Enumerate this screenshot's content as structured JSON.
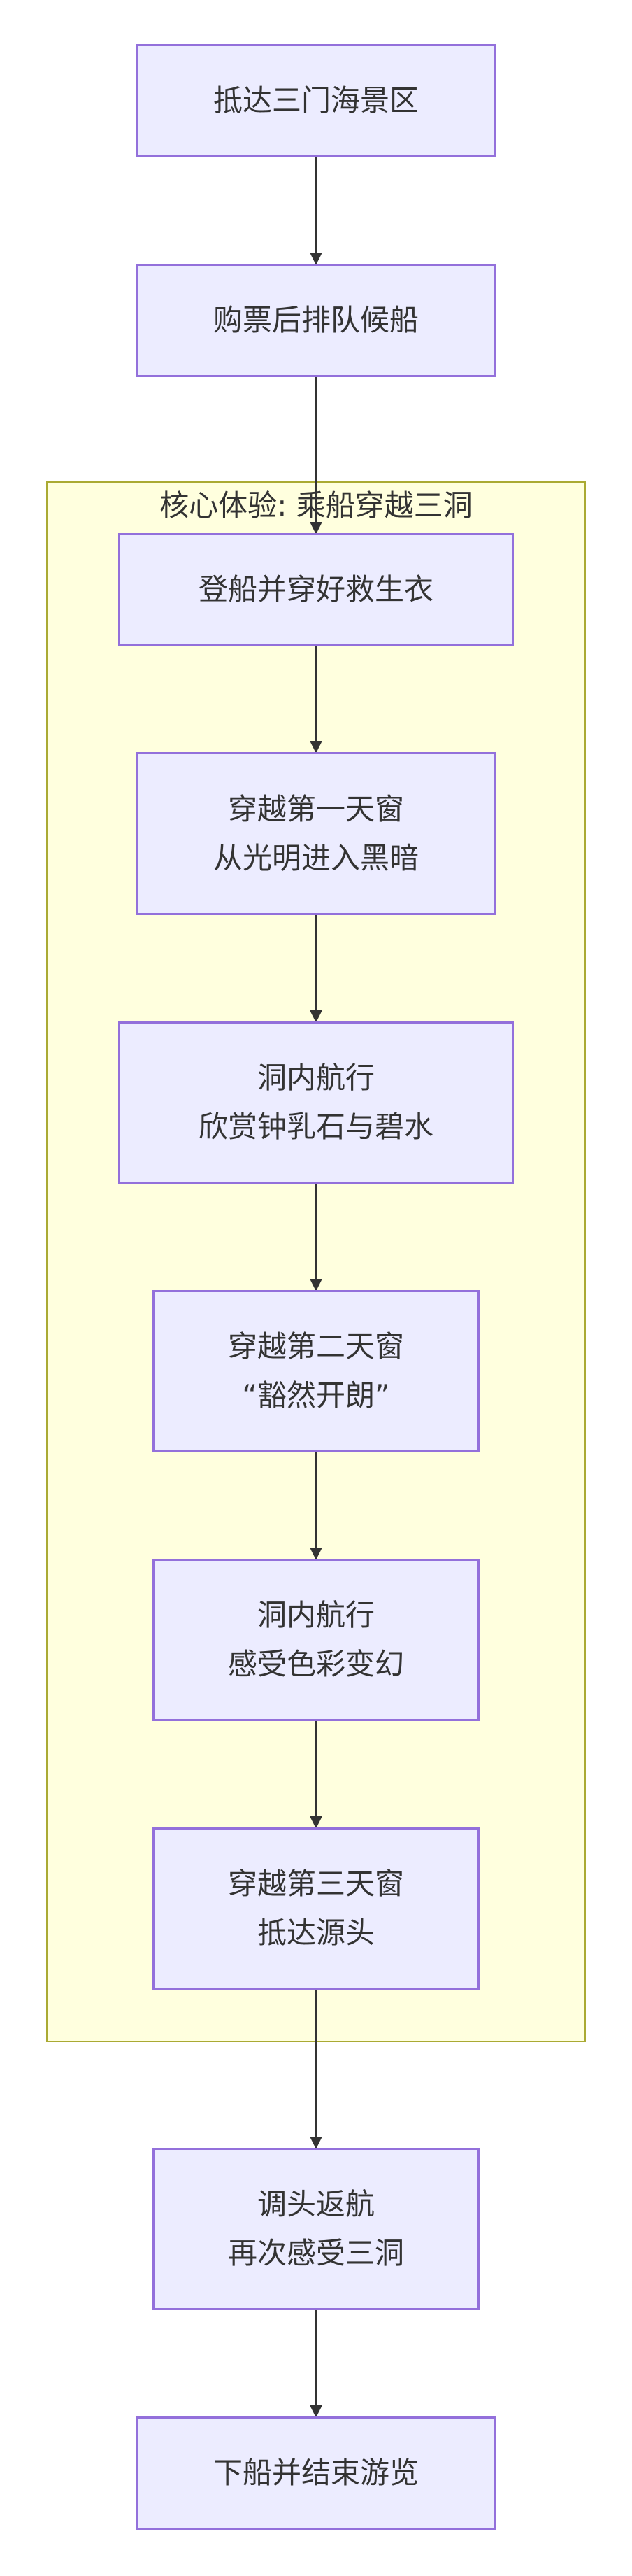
{
  "diagram": {
    "cluster_title": "核心体验: 乘船穿越三洞",
    "nodes": [
      {
        "id": "n1",
        "lines": [
          "抵达三门海景区"
        ]
      },
      {
        "id": "n2",
        "lines": [
          "购票后排队候船"
        ]
      },
      {
        "id": "n3",
        "lines": [
          "登船并穿好救生衣"
        ]
      },
      {
        "id": "n4",
        "lines": [
          "穿越第一天窗",
          "从光明进入黑暗"
        ]
      },
      {
        "id": "n5",
        "lines": [
          "洞内航行",
          "欣赏钟乳石与碧水"
        ]
      },
      {
        "id": "n6",
        "lines": [
          "穿越第二天窗",
          "“豁然开朗”"
        ]
      },
      {
        "id": "n7",
        "lines": [
          "洞内航行",
          "感受色彩变幻"
        ]
      },
      {
        "id": "n8",
        "lines": [
          "穿越第三天窗",
          "抵达源头"
        ]
      },
      {
        "id": "n9",
        "lines": [
          "调头返航",
          "再次感受三洞"
        ]
      },
      {
        "id": "n10",
        "lines": [
          "下船并结束游览"
        ]
      }
    ],
    "colors": {
      "node_fill": "#ececff",
      "node_border": "#9370db",
      "cluster_fill": "#ffffde",
      "cluster_border": "#aaaa33",
      "edge": "#333333",
      "text": "#333333"
    }
  }
}
